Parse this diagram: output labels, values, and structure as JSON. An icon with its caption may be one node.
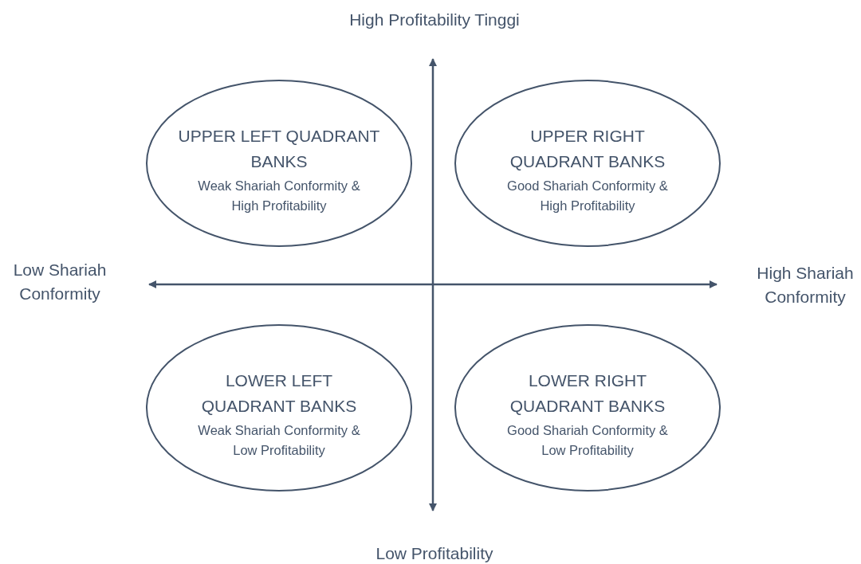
{
  "diagram": {
    "nodes": [
      {
        "text": [
          "UPPER LEFT QUADRANT BANKS",
          "Weak Shariah Conformity & High Profitability"
        ]
      },
      {
        "text": [
          "UPPER RIGHT QUADRANT BANKS",
          "Good Shariah Conformity & High Profitability"
        ]
      },
      {
        "text": [
          "LOWER LEFT QUADRANT BANKS",
          "Weak Shariah Conformity & Low Profitability"
        ]
      },
      {
        "text": [
          "LOWER RIGHT QUADRANT BANKS",
          "Good Shariah Conformity & Low Profitability"
        ]
      }
    ],
    "edges": [],
    "labels": [
      "High Profitability Tinggi",
      "Low Shariah Conformity",
      "High Shariah Conformity",
      "Low Profitability"
    ]
  }
}
